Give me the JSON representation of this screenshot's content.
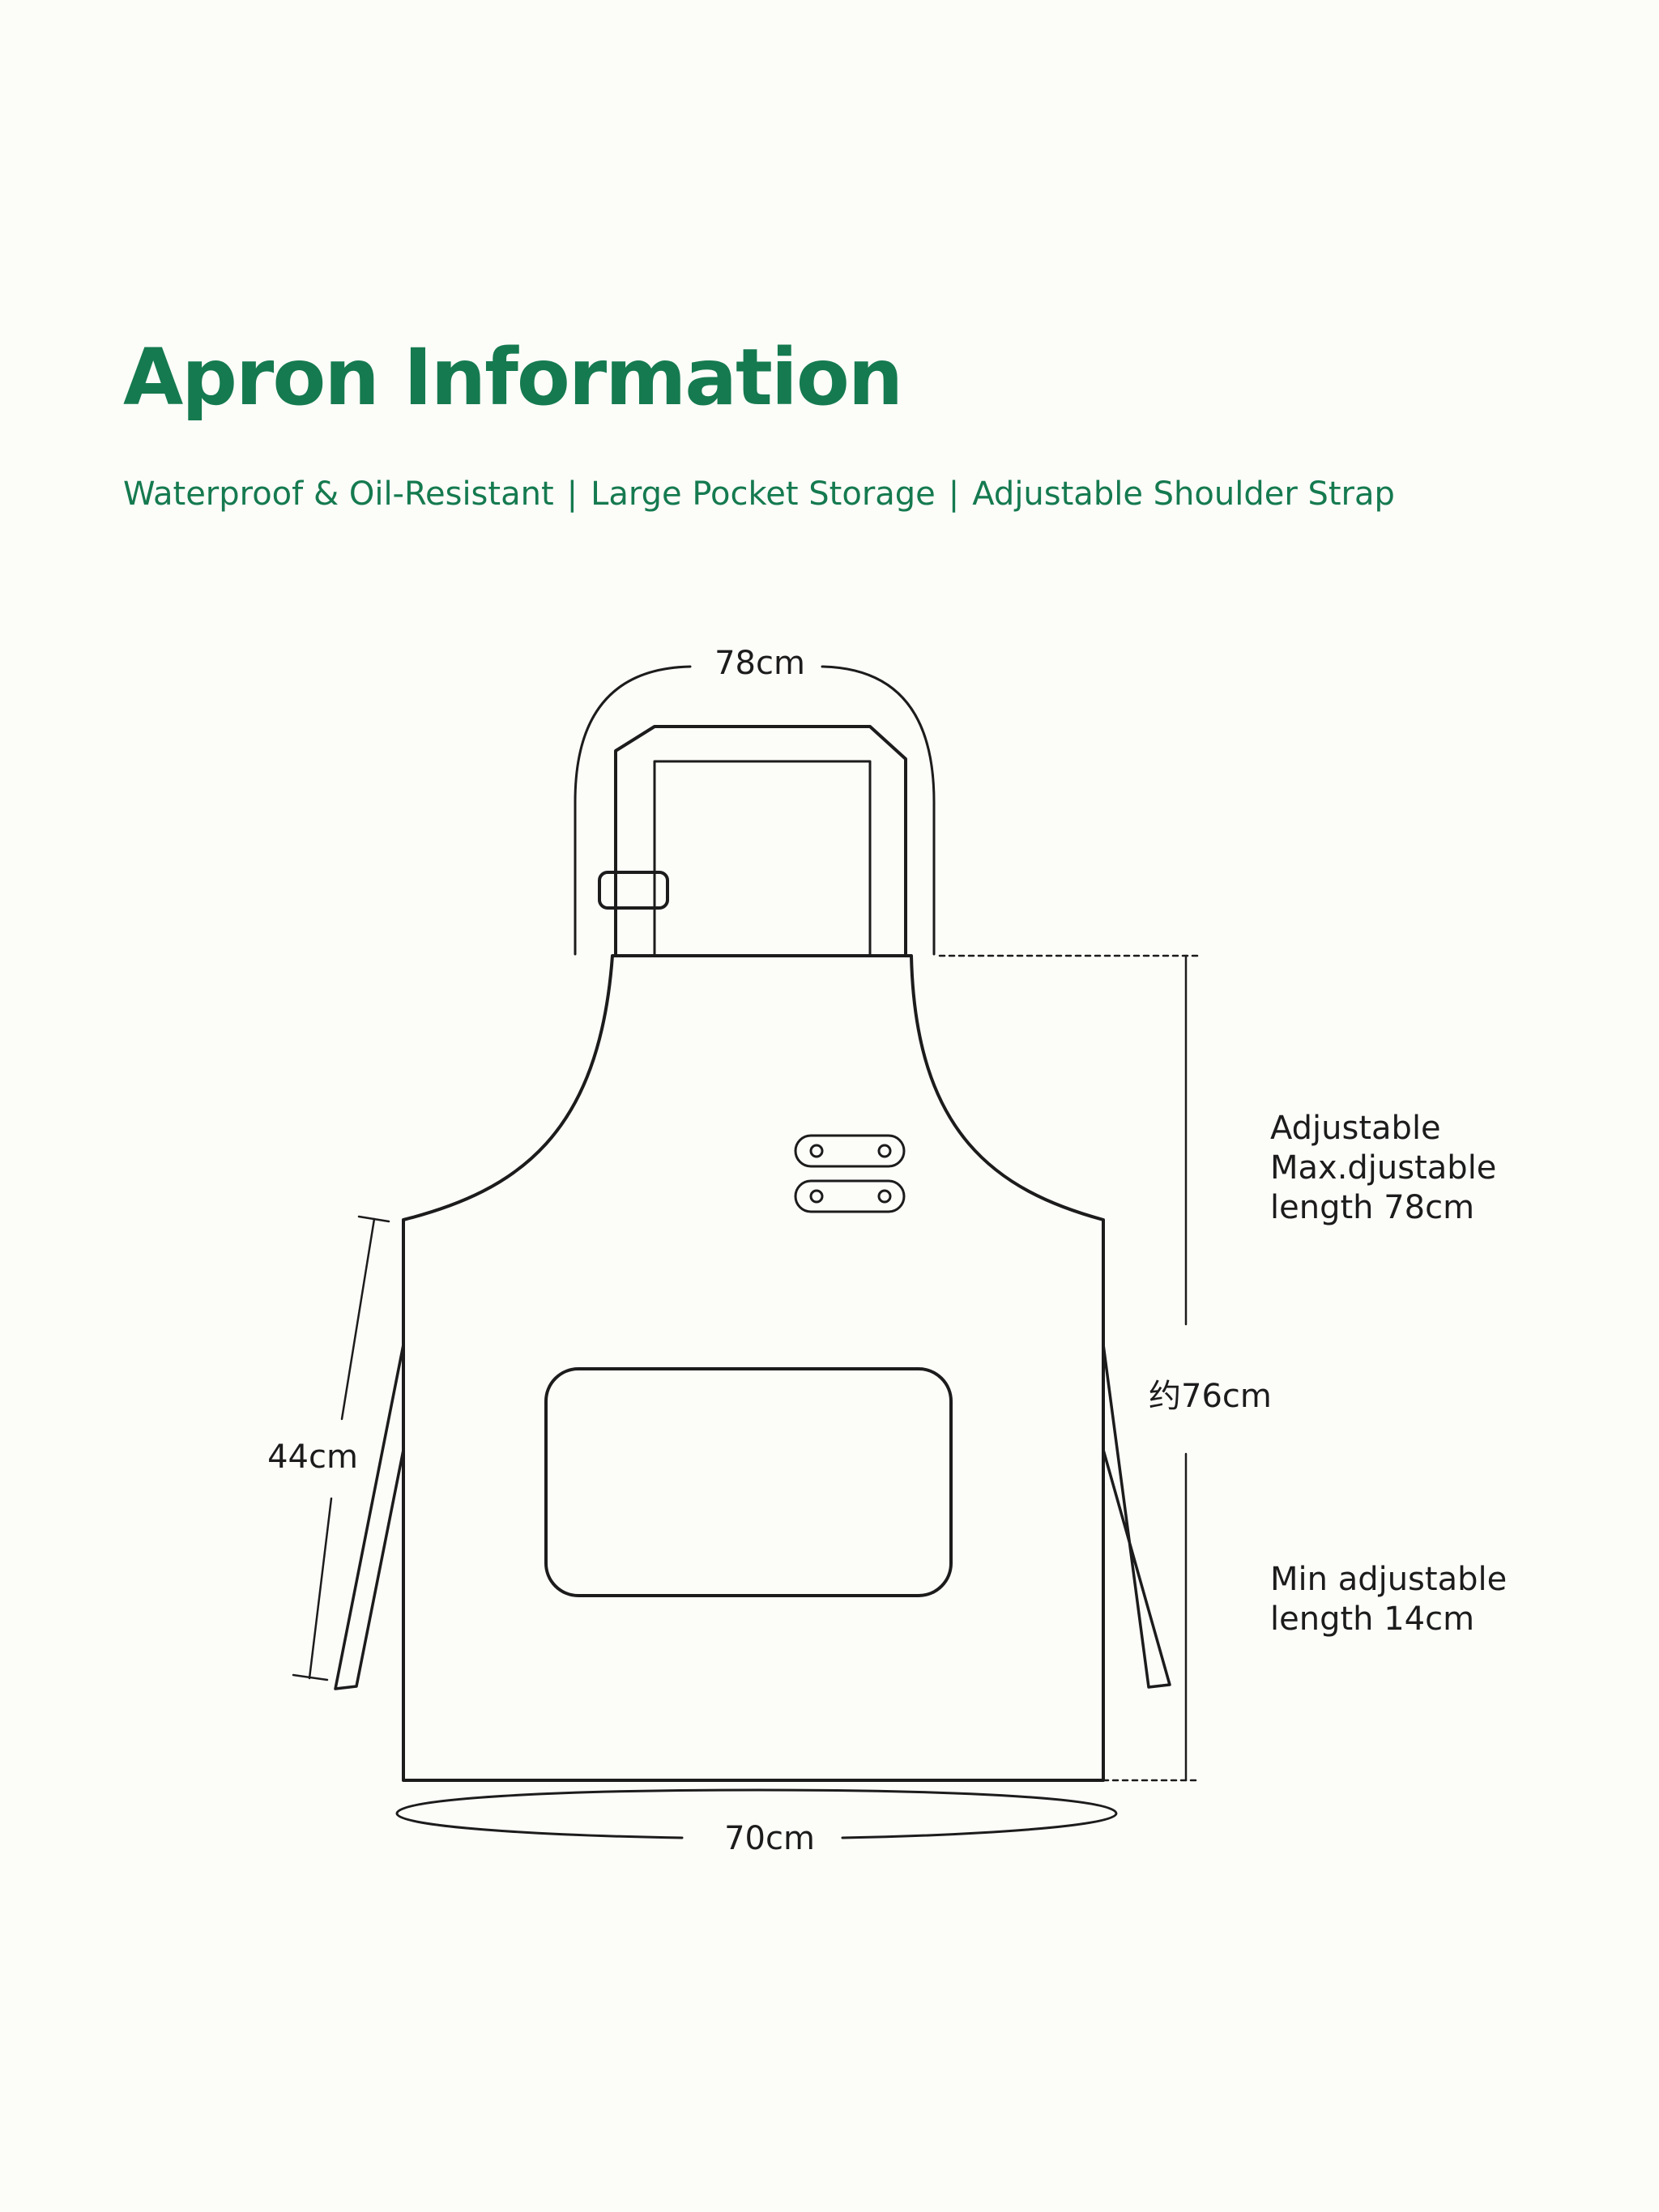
{
  "title": "Apron Information",
  "features": [
    "Waterproof & Oil-Resistant",
    "Large Pocket Storage",
    "Adjustable Shoulder Strap"
  ],
  "feature_separator": "|",
  "dimensions": {
    "neck_strap": "78cm",
    "side_tie": "44cm",
    "total_length": "约76cm",
    "bottom_width": "70cm"
  },
  "annotations": {
    "adjustable_lines": [
      "Adjustable",
      "Max.djustable",
      "length 78cm"
    ],
    "min_lines": [
      "Min adjustable",
      "length 14cm"
    ]
  },
  "colors": {
    "brand_green": "#157a4f",
    "line": "#1c1c1c",
    "background": "#fcfcf9"
  }
}
